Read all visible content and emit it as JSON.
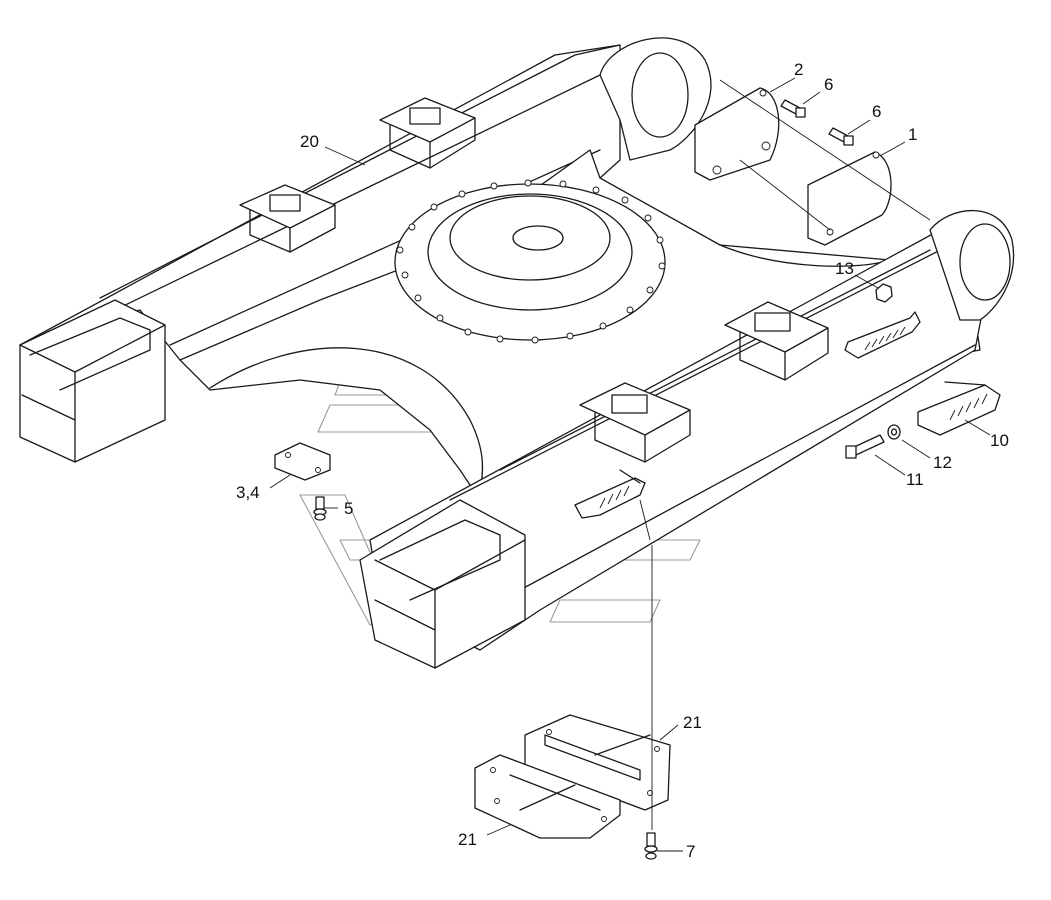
{
  "callouts": {
    "c1": "1",
    "c2": "2",
    "c6a": "6",
    "c6b": "6",
    "c13": "13",
    "c20": "20",
    "c34": "3,4",
    "c5": "5",
    "c10": "10",
    "c12": "12",
    "c11": "11",
    "c21a": "21",
    "c21b": "21",
    "c7": "7"
  },
  "colors": {
    "line": "#1a1a1a",
    "watermark": "#9a9a9a",
    "background": "#ffffff"
  }
}
